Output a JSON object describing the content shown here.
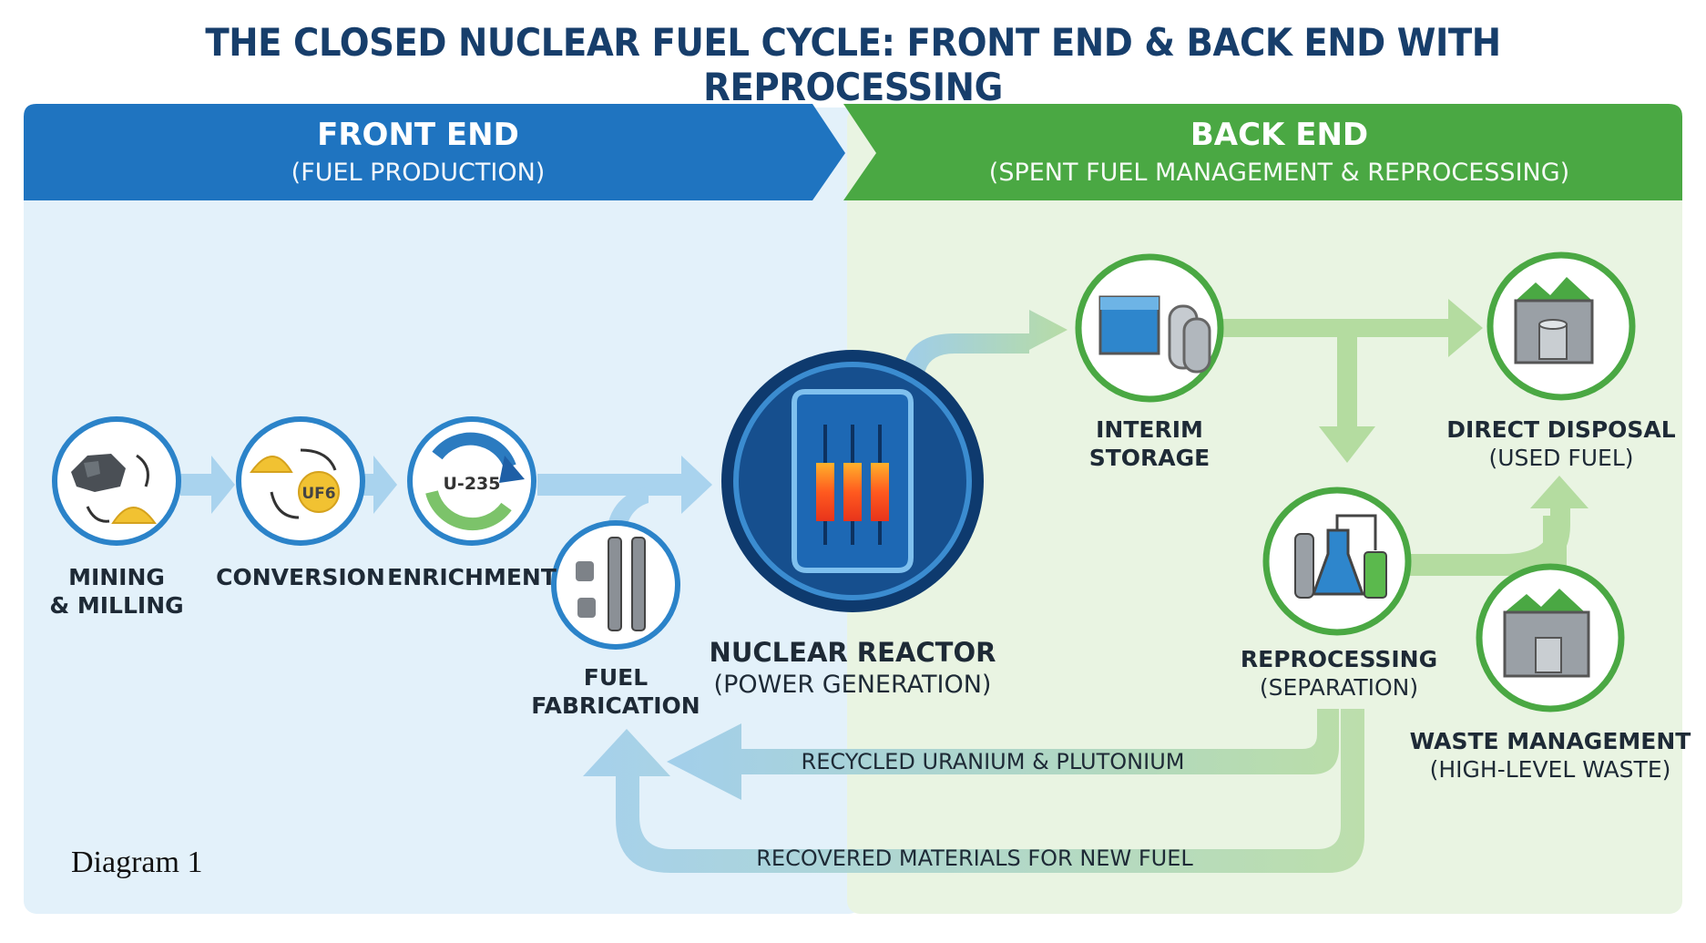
{
  "title": "THE CLOSED NUCLEAR FUEL CYCLE: FRONT END & BACK END WITH REPROCESSING",
  "front_end": {
    "title": "FRONT END",
    "subtitle": "(FUEL PRODUCTION)",
    "color": "#1f74c0"
  },
  "back_end": {
    "title": "BACK END",
    "subtitle": "(SPENT FUEL MANAGEMENT & REPROCESSING)",
    "color": "#4aa843"
  },
  "stages": {
    "mining": {
      "line1": "MINING",
      "line2": "& MILLING"
    },
    "conversion": {
      "label": "CONVERSION",
      "icon_text": "UF6"
    },
    "enrichment": {
      "label": "ENRICHMENT",
      "icon_text": "U-235"
    },
    "fabrication": {
      "line1": "FUEL",
      "line2": "FABRICATION"
    },
    "reactor": {
      "label": "NUCLEAR REACTOR",
      "sub": "(POWER GENERATION)"
    },
    "interim": {
      "line1": "INTERIM",
      "line2": "STORAGE"
    },
    "reprocessing": {
      "label": "REPROCESSING",
      "sub": "(SEPARATION)"
    },
    "direct_disposal": {
      "label": "DIRECT DISPOSAL",
      "sub": "(USED FUEL)"
    },
    "waste": {
      "label": "WASTE MANAGEMENT",
      "sub": "(HIGH-LEVEL WASTE)"
    }
  },
  "flows": {
    "recycled": "RECYCLED URANIUM & PLUTONIUM",
    "recovered": "RECOVERED MATERIALS FOR NEW FUEL"
  },
  "caption": "Diagram 1",
  "colors": {
    "front_bg": "#e3f1fa",
    "back_bg": "#e9f4e2",
    "blue_ring": "#1f74c0",
    "green_ring": "#4aa843",
    "reactor_core": "#0e3a6e"
  }
}
